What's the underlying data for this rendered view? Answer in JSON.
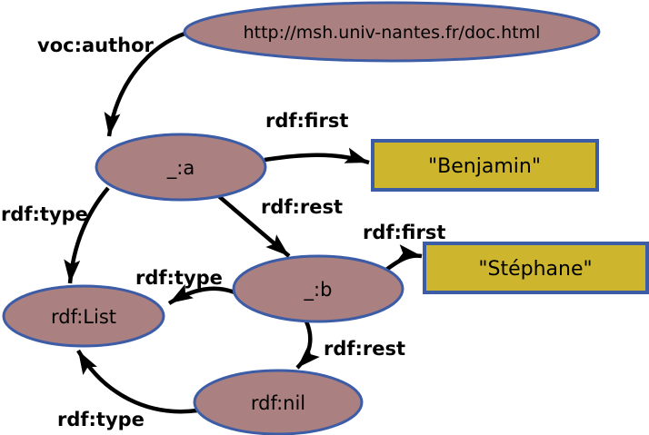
{
  "colors": {
    "background": "#ffffff",
    "node_fill": "#ab8081",
    "node_border": "#3d5ca6",
    "literal_fill": "#cdb52e",
    "literal_border": "#3d5ca6",
    "edge": "#000000",
    "text": "#000000"
  },
  "nodes": {
    "doc": {
      "label": "http://msh.univ-nantes.fr/doc.html"
    },
    "a": {
      "label": "_:a"
    },
    "b": {
      "label": "_:b"
    },
    "list": {
      "label": "rdf:List"
    },
    "nil": {
      "label": "rdf:nil"
    }
  },
  "literals": {
    "benjamin": {
      "label": "\"Benjamin\""
    },
    "stephane": {
      "label": "\"Stéphane\""
    }
  },
  "edges": {
    "voc_author": {
      "label": "voc:author"
    },
    "a_first": {
      "label": "rdf:first"
    },
    "a_rest": {
      "label": "rdf:rest"
    },
    "a_type": {
      "label": "rdf:type"
    },
    "b_type": {
      "label": "rdf:type"
    },
    "b_first": {
      "label": "rdf:first"
    },
    "b_rest": {
      "label": "rdf:rest"
    },
    "nil_type": {
      "label": "rdf:type"
    }
  }
}
